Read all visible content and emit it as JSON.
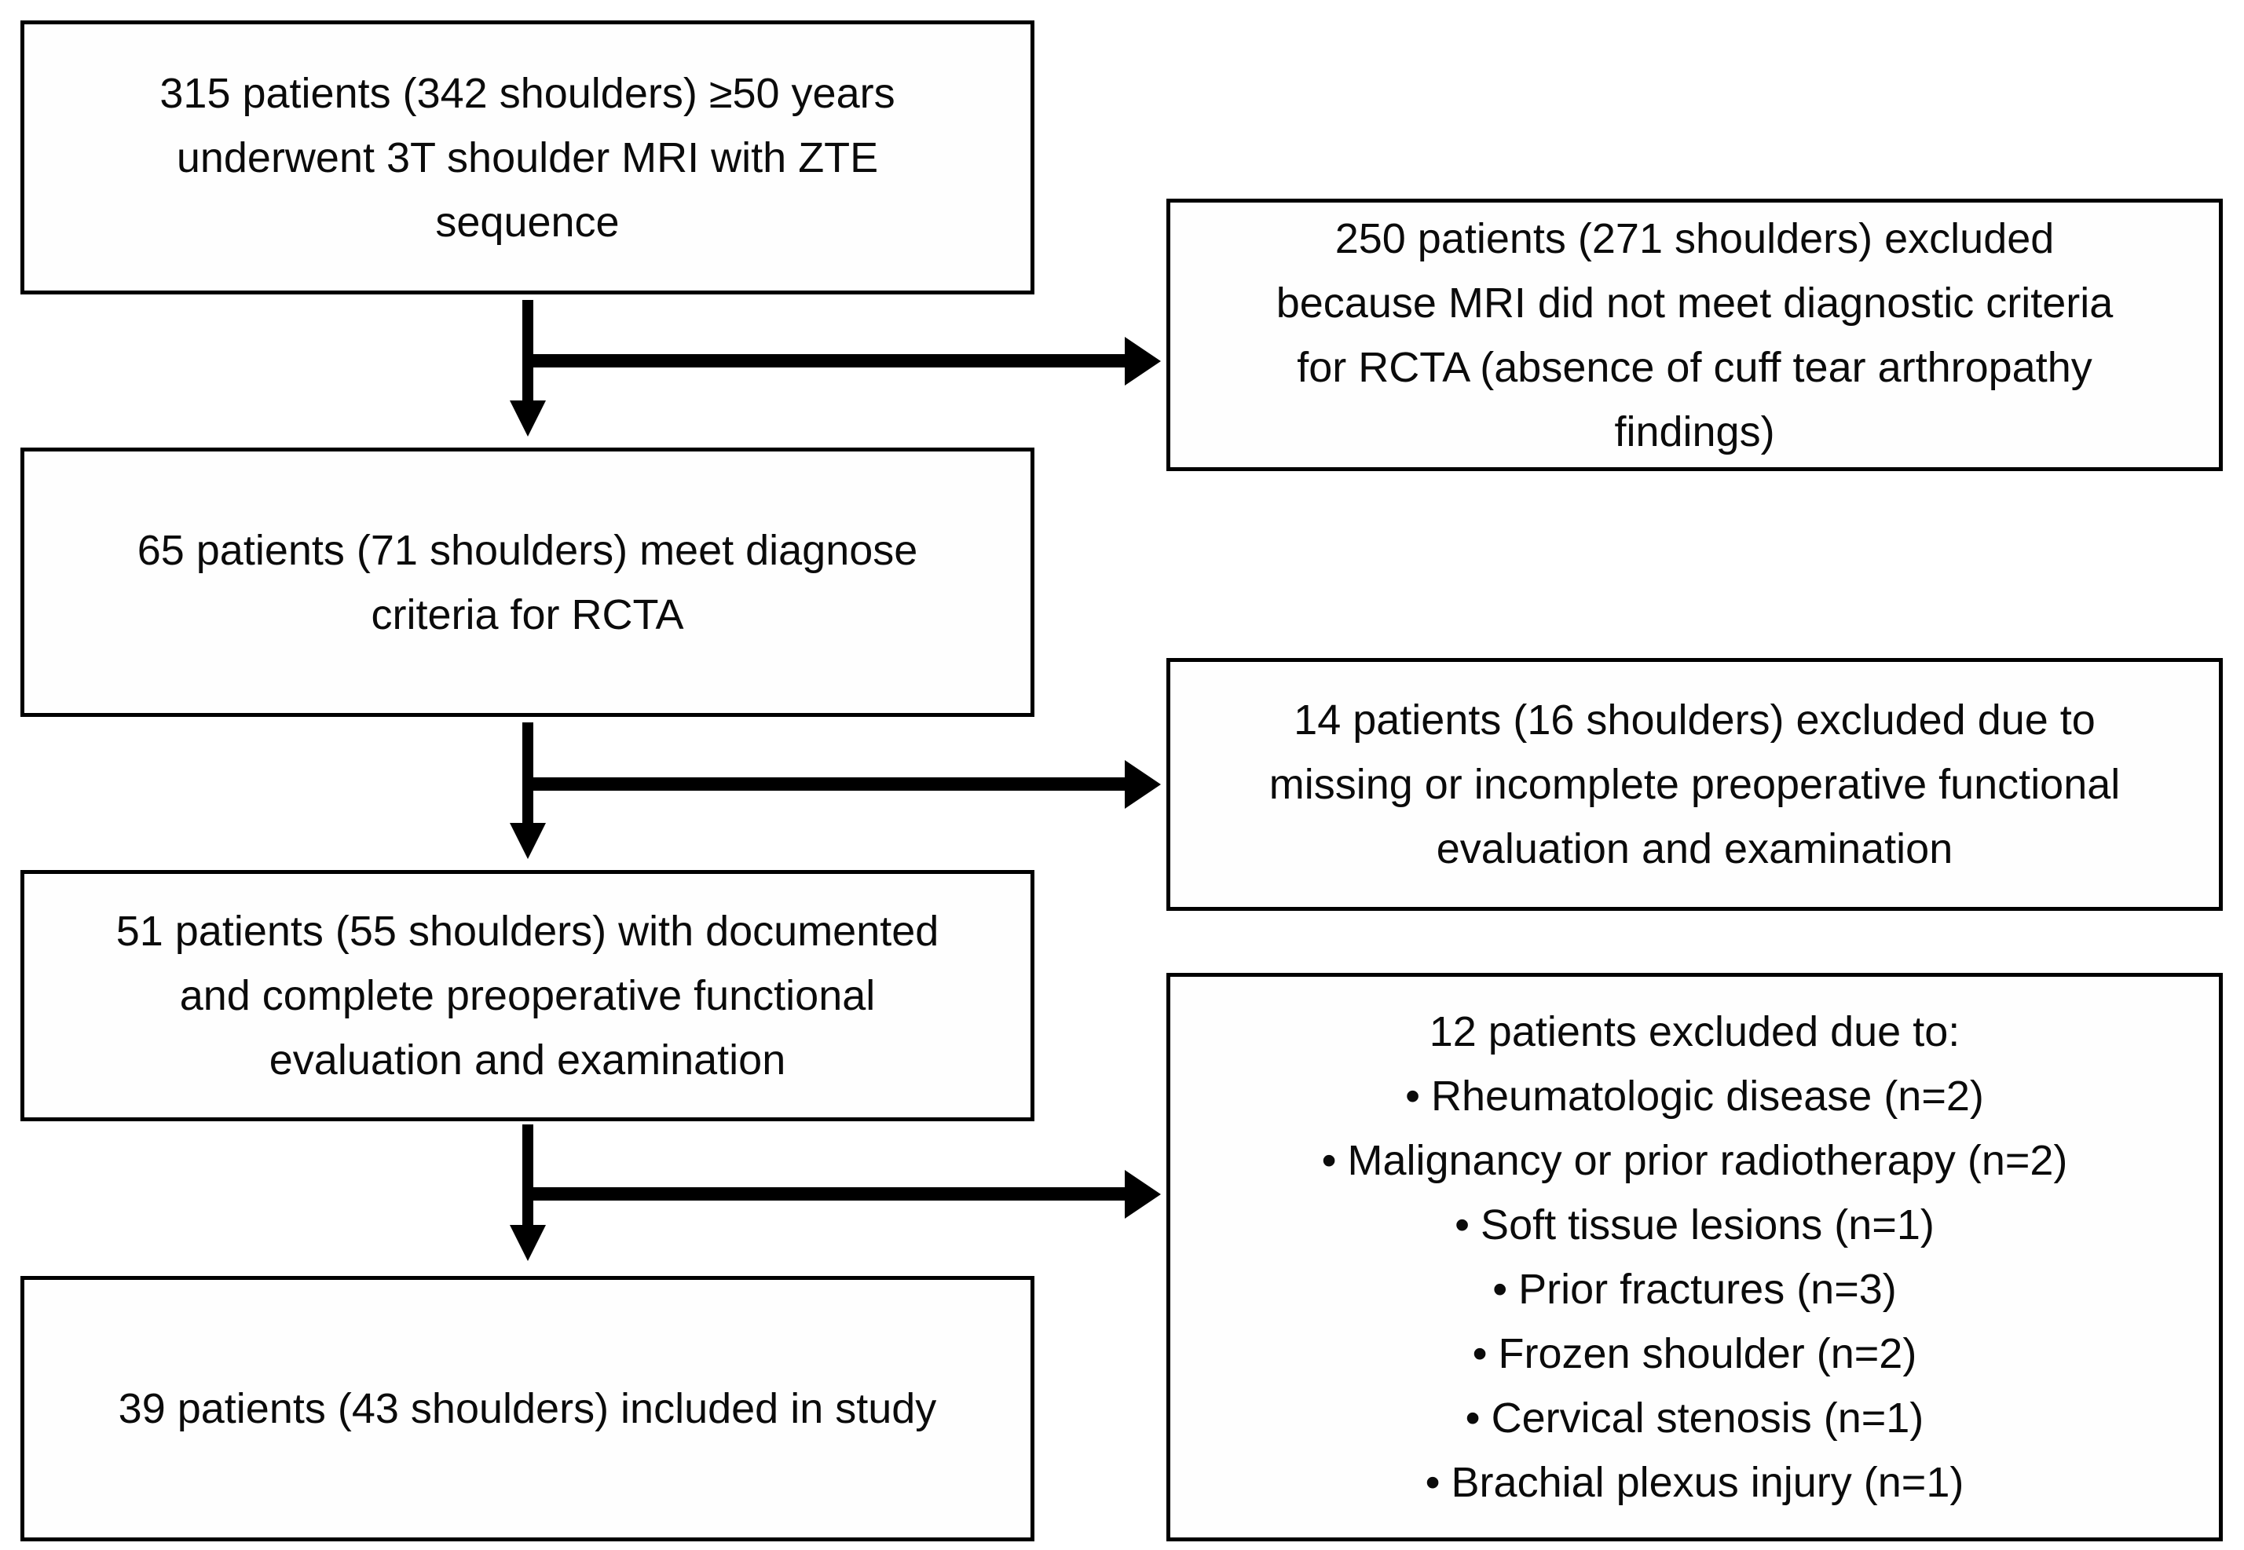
{
  "colors": {
    "background": "#ffffff",
    "box_border": "#000000",
    "arrow": "#000000",
    "text": "#0b0b0b"
  },
  "flowchart": {
    "bullet_glyph": "•",
    "main_boxes": [
      {
        "text": "315 patients (342 shoulders) ≥50 years underwent 3T shoulder MRI with ZTE sequence"
      },
      {
        "text": "65 patients (71 shoulders) meet diagnose criteria for RCTA"
      },
      {
        "text": "51 patients (55 shoulders) with documented and complete preoperative functional evaluation and examination"
      },
      {
        "text": "39 patients (43 shoulders) included in study"
      }
    ],
    "exclusion_boxes": [
      {
        "text": "250 patients (271 shoulders) excluded because MRI did not meet diagnostic criteria for RCTA (absence of cuff tear arthropathy findings)"
      },
      {
        "text": "14 patients (16 shoulders) excluded due to missing or incomplete preoperative functional evaluation and examination"
      },
      {
        "title": "12 patients excluded due to:",
        "bullets": [
          "Rheumatologic disease (n=2)",
          "Malignancy or prior radiotherapy (n=2)",
          "Soft tissue lesions (n=1)",
          "Prior fractures (n=3)",
          "Frozen shoulder (n=2)",
          "Cervical stenosis (n=1)",
          "Brachial plexus injury (n=1)"
        ]
      }
    ]
  }
}
